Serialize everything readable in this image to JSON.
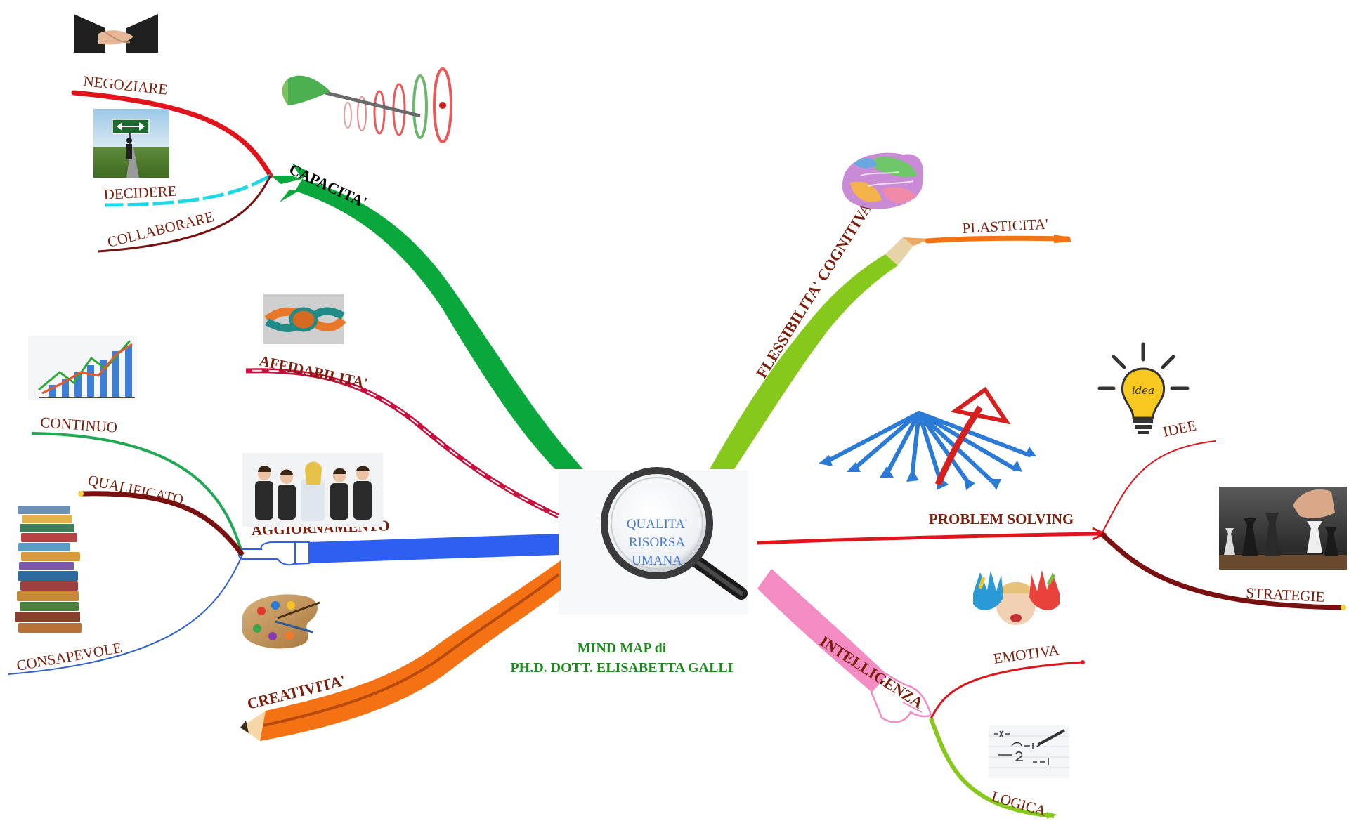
{
  "center": {
    "lines": [
      "QUALITA'",
      "RISORSA",
      "UMANA"
    ],
    "color": "#4a7bd0"
  },
  "author": {
    "line1": "MIND MAP di",
    "line2": "PH.D. DOTT. ELISABETTA GALLI",
    "color": "#1e8a1e"
  },
  "branches": {
    "capacita": {
      "label": "CAPACITA'",
      "color": "#0aa83c",
      "icon": "dartboard-icon",
      "children": {
        "negoziare": {
          "label": "NEGOZIARE",
          "color": "#e0141a",
          "icon": "handshake-icon"
        },
        "decidere": {
          "label": "DECIDERE",
          "color": "#1ed8e6",
          "icon": "crossroads-sign-icon"
        },
        "collaborare": {
          "label": "COLLABORARE",
          "color": "#7a0f10"
        }
      }
    },
    "affidabilita": {
      "label": "AFFIDABILITA'",
      "color": "#c8103c",
      "icon": "rope-knot-icon"
    },
    "aggiornamento": {
      "label": "AGGIORNAMENTO",
      "color": "#2f5ff0",
      "icon": "business-team-icon",
      "children": {
        "continuo": {
          "label": "CONTINUO",
          "color": "#22a854",
          "icon": "growth-chart-icon"
        },
        "qualificato": {
          "label": "QUALIFICATO",
          "color": "#7a0f10",
          "icon": "book-stack-icon"
        },
        "consapevole": {
          "label": "CONSAPEVOLE",
          "color": "#2f5fd0"
        }
      }
    },
    "creativita": {
      "label": "CREATIVITA'",
      "color": "#f57214",
      "icon": "paint-palette-icon"
    },
    "flessibilita": {
      "label": "FLESSIBILITA' COGNITIVA",
      "color": "#86c91c",
      "icon": "brain-icon",
      "children": {
        "plasticita": {
          "label": "PLASTICITA'",
          "color": "#f57214"
        }
      }
    },
    "problem_solving": {
      "label": "PROBLEM SOLVING",
      "color": "#e0141a",
      "icon": "arrows-direction-icon",
      "children": {
        "idee": {
          "label": "IDEE",
          "color": "#e0141a",
          "icon": "lightbulb-idea-icon"
        },
        "strategie": {
          "label": "STRATEGIE",
          "color": "#7a0f10",
          "icon": "chess-icon"
        }
      }
    },
    "intelligenza": {
      "label": "INTELLIGENZA",
      "color": "#f48cc4",
      "icon": "painted-hands-child-icon",
      "children": {
        "emotiva": {
          "label": "EMOTIVA",
          "color": "#e0141a"
        },
        "logica": {
          "label": "LOGICA",
          "color": "#86c91c",
          "icon": "math-paper-icon"
        }
      }
    }
  },
  "bulb_word": "idea",
  "label_color": "#7a1e0c"
}
